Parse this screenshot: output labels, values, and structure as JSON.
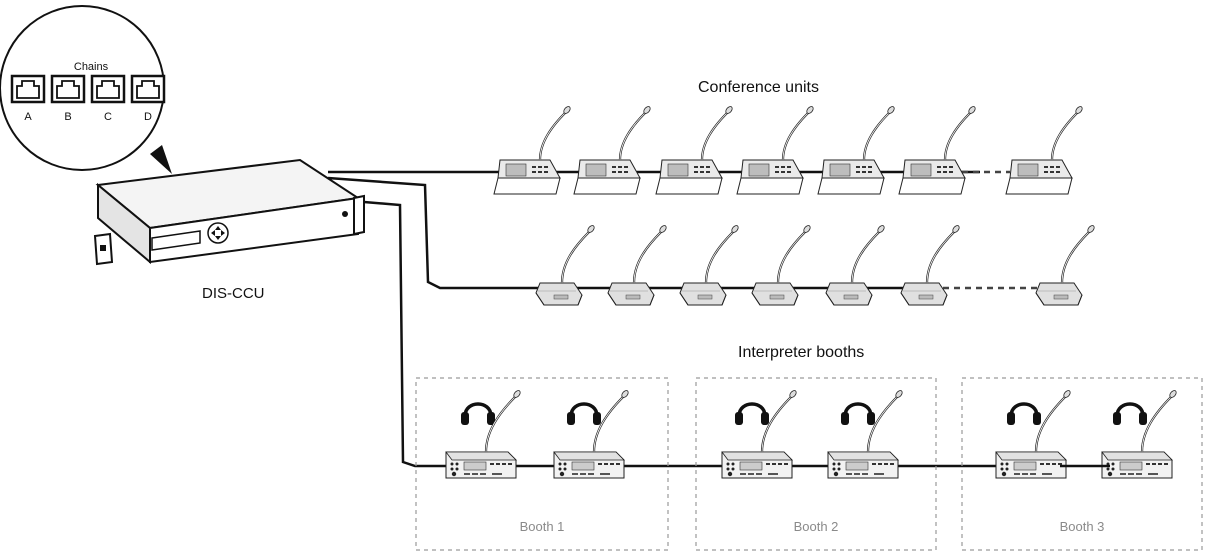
{
  "title_conference": "Conference units",
  "title_interpreter": "Interpreter booths",
  "ccu_label": "DIS-CCU",
  "callout": {
    "heading": "Chains",
    "ports": [
      "A",
      "B",
      "C",
      "D"
    ]
  },
  "booths": [
    {
      "label": "Booth 1"
    },
    {
      "label": "Booth 2"
    },
    {
      "label": "Booth 3"
    }
  ],
  "colors": {
    "line": "#111111",
    "dashed_border": "#9a9a9a",
    "booth_text": "#8a8a8a",
    "device_fill": "#e6e6e6",
    "device_stroke": "#222222"
  },
  "icons": {
    "conference_unit_a": "conference-unit-console-icon",
    "conference_unit_b": "conference-unit-delegate-icon",
    "interpreter_desk": "interpreter-desk-icon",
    "headphones": "headphones-icon",
    "ccu": "central-control-unit-icon"
  }
}
